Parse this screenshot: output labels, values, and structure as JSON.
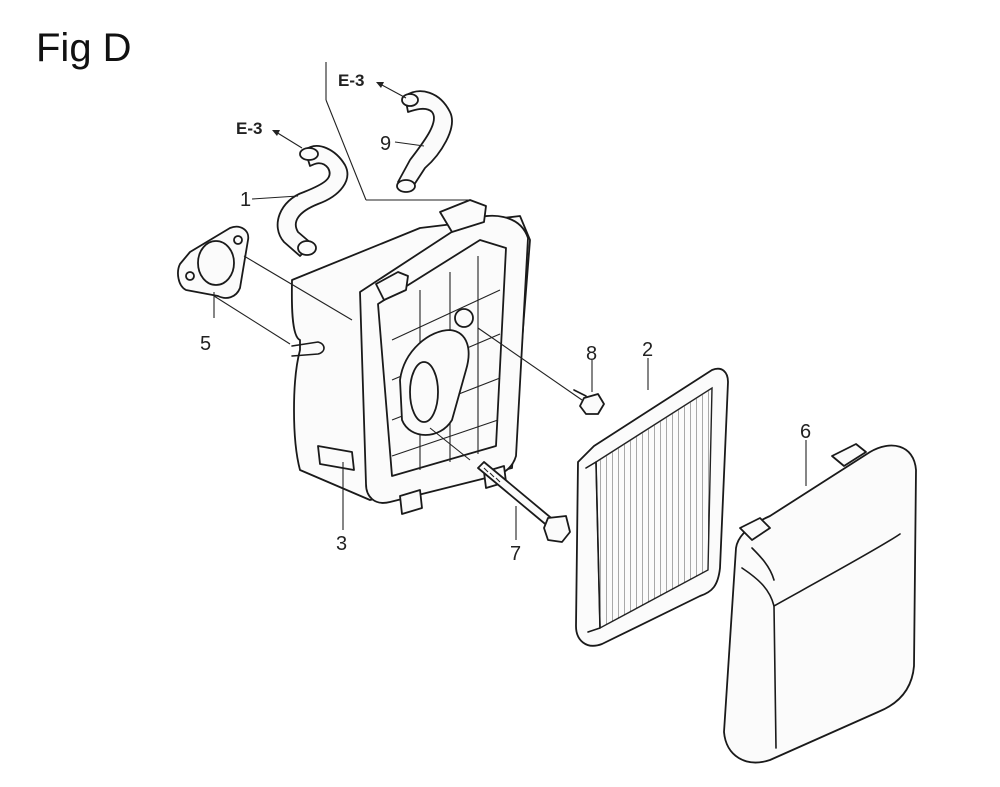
{
  "figure": {
    "title": "Fig D"
  },
  "references": [
    {
      "id": "ref-top",
      "text": "E-3"
    },
    {
      "id": "ref-left",
      "text": "E-3"
    }
  ],
  "callouts": [
    {
      "id": "1",
      "label": "1"
    },
    {
      "id": "2",
      "label": "2"
    },
    {
      "id": "3",
      "label": "3"
    },
    {
      "id": "5",
      "label": "5"
    },
    {
      "id": "6",
      "label": "6"
    },
    {
      "id": "7",
      "label": "7"
    },
    {
      "id": "8",
      "label": "8"
    },
    {
      "id": "9",
      "label": "9"
    }
  ]
}
